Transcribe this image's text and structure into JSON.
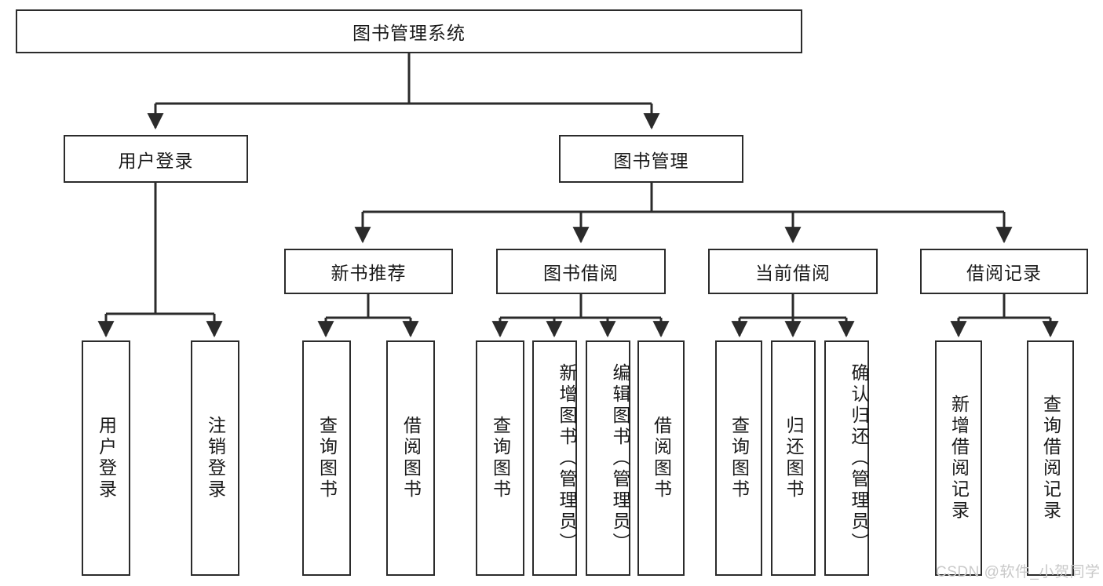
{
  "diagram": {
    "type": "hierarchy-tree",
    "title": "图书管理系统",
    "root": {
      "id": "root",
      "label": "图书管理系统"
    },
    "level2": [
      {
        "id": "user-login",
        "label": "用户登录"
      },
      {
        "id": "book-manage",
        "label": "图书管理"
      }
    ],
    "level3": [
      {
        "id": "new-book-recommend",
        "label": "新书推荐",
        "parent": "book-manage"
      },
      {
        "id": "book-borrow",
        "label": "图书借阅",
        "parent": "book-manage"
      },
      {
        "id": "current-borrow",
        "label": "当前借阅",
        "parent": "book-manage"
      },
      {
        "id": "borrow-record",
        "label": "借阅记录",
        "parent": "book-manage"
      }
    ],
    "leaves": {
      "user_login": [
        {
          "id": "leaf-user-login",
          "label": "用户登录"
        },
        {
          "id": "leaf-logout-login",
          "label": "注销登录"
        }
      ],
      "new_book_recommend": [
        {
          "id": "leaf-query-book-1",
          "label": "查询图书"
        },
        {
          "id": "leaf-borrow-book-1",
          "label": "借阅图书"
        }
      ],
      "book_borrow": [
        {
          "id": "leaf-query-book-2",
          "label": "查询图书"
        },
        {
          "id": "leaf-add-book",
          "label": "新增图书（管理员）"
        },
        {
          "id": "leaf-edit-book",
          "label": "编辑图书（管理员）"
        },
        {
          "id": "leaf-borrow-book-2",
          "label": "借阅图书"
        }
      ],
      "current_borrow": [
        {
          "id": "leaf-query-book-3",
          "label": "查询图书"
        },
        {
          "id": "leaf-return-book",
          "label": "归还图书"
        },
        {
          "id": "leaf-confirm-return",
          "label": "确认归还（管理员）"
        }
      ],
      "borrow_record": [
        {
          "id": "leaf-add-record",
          "label": "新增借阅记录"
        },
        {
          "id": "leaf-query-record",
          "label": "查询借阅记录"
        }
      ]
    }
  },
  "watermark": {
    "text": "CSDN @软件_小贺同学"
  },
  "colors": {
    "stroke": "#2b2b2b",
    "fill": "#ffffff",
    "text": "#1a1a1a",
    "watermark": "#c9c9c9"
  }
}
